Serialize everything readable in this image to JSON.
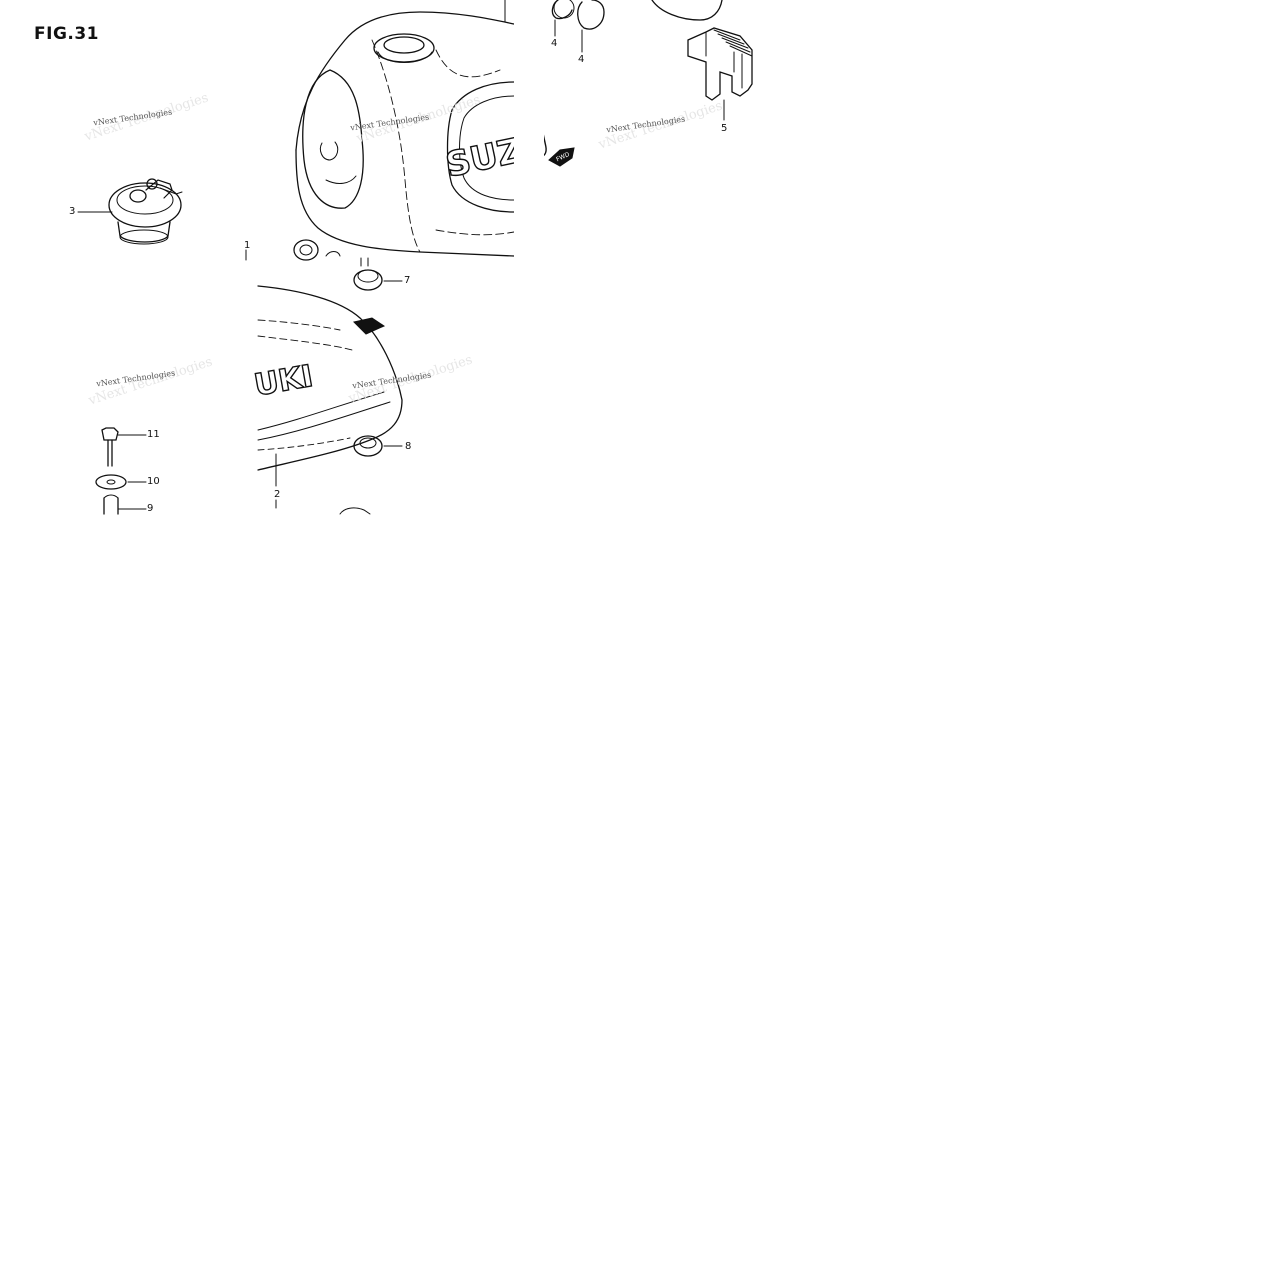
{
  "figure": {
    "title": "FIG.31"
  },
  "callouts": [
    "1",
    "2",
    "3",
    "4",
    "4",
    "5",
    "7",
    "8",
    "9",
    "10",
    "11"
  ],
  "brand": {
    "tank_logo_top": "SUZU",
    "tank_logo_bottom": "UKI"
  },
  "direction_marker": "FWD",
  "watermark": "vNext Technologies",
  "colors": {
    "ink": "#111111",
    "background": "#ffffff",
    "watermark": "#555555"
  }
}
